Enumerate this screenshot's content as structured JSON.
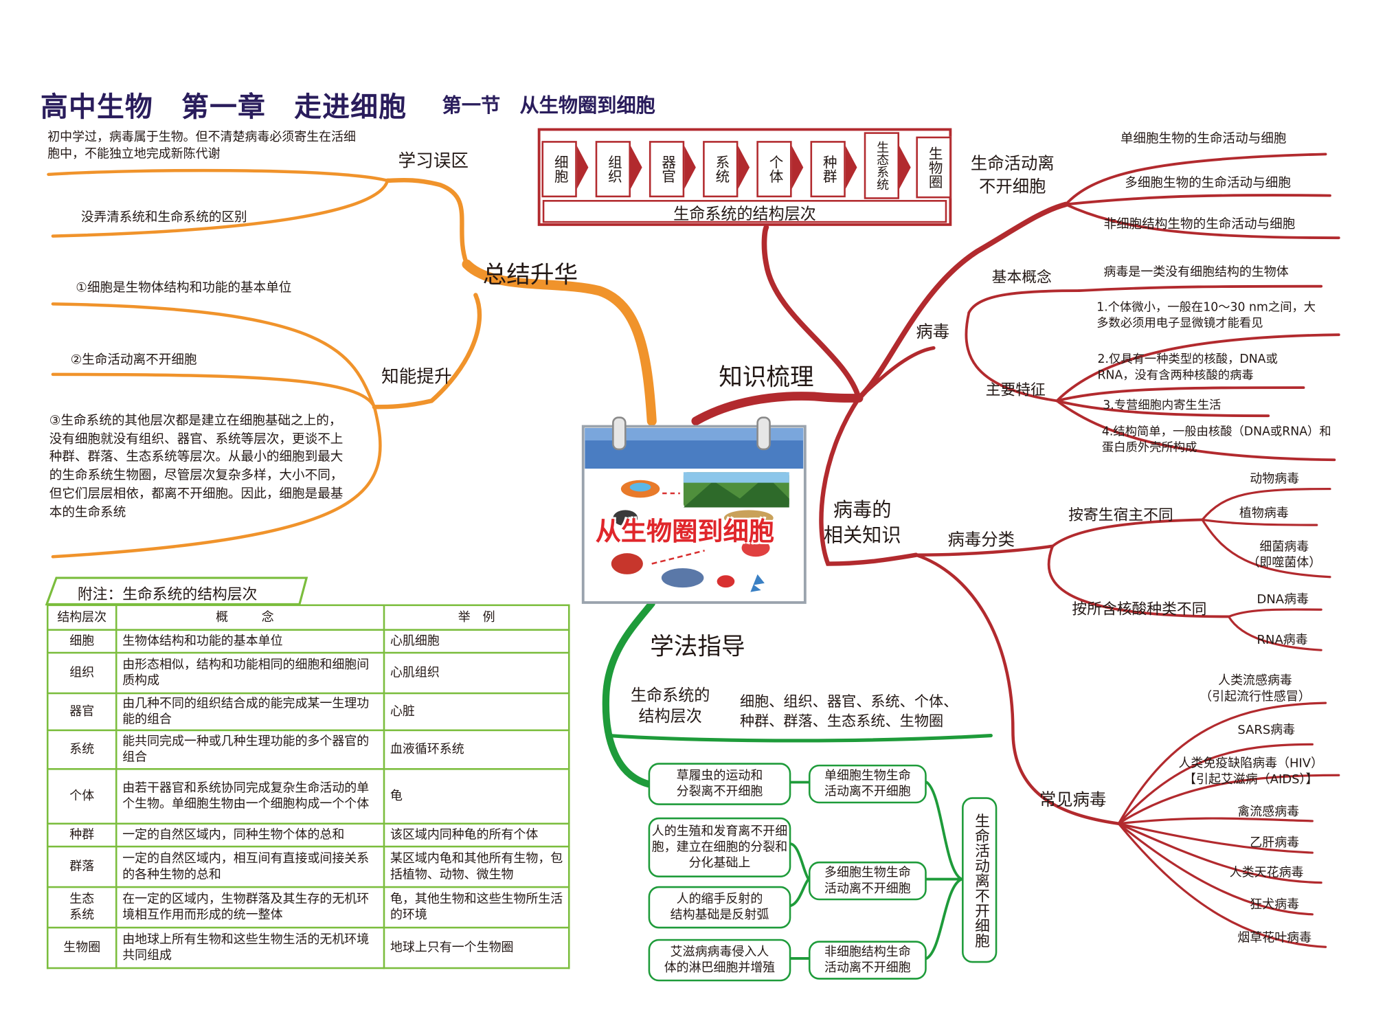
{
  "title": {
    "main": "高中生物　第一章　走进细胞",
    "sub": "第一节　从生物圈到细胞"
  },
  "center": {
    "label": "从生物圈到细胞"
  },
  "branches": {
    "summary": "总结升华",
    "knowledge": "知识梳理",
    "method": "学法指导",
    "virus_related": "病毒的\n相关知识"
  },
  "summary": {
    "mistakes": {
      "label": "学习误区",
      "items": [
        "初中学过，病毒属于生物。但不清楚病毒必须寄生在活细胞中，不能独立地完成新陈代谢",
        "没弄清系统和生命系统的区别"
      ]
    },
    "ability": {
      "label": "知能提升",
      "items": [
        "①细胞是生物体结构和功能的基本单位",
        "②生命活动离不开细胞",
        "③生命系统的其他层次都是建立在细胞基础之上的，没有细胞就没有组织、器官、系统等层次，更谈不上种群、群落、生态系统等层次。从最小的细胞到最大的生命系统生物圈，尽管层次复杂多样，大小不同，但它们层层相依，都离不开细胞。因此，细胞是最基本的生命系统"
      ]
    }
  },
  "hierarchy": {
    "levels": [
      "细胞",
      "组织",
      "器官",
      "系统",
      "个体",
      "种群",
      "生态系统",
      "生物圈"
    ],
    "caption": "生命系统的结构层次"
  },
  "life_activity": {
    "label": "生命活动离\n不开细胞",
    "items": [
      "单细胞生物的生命活动与细胞",
      "多细胞生物的生命活动与细胞",
      "非细胞结构生物的生命活动与细胞"
    ]
  },
  "virus": {
    "label": "病毒",
    "basic": {
      "label": "基本概念",
      "text": "病毒是一类没有细胞结构的生物体"
    },
    "features": {
      "label": "主要特征",
      "items": [
        "1.个体微小，一般在10～30 nm之间，大多数必须用电子显微镜才能看见",
        "2.仅具有一种类型的核酸，DNA或RNA，没有含两种核酸的病毒",
        "3.专营细胞内寄生生活",
        "4.结构简单，一般由核酸（DNA或RNA）和蛋白质外壳所构成"
      ]
    },
    "classify": {
      "label": "病毒分类",
      "by_host": {
        "label": "按寄生宿主不同",
        "items": [
          "动物病毒",
          "植物病毒",
          "细菌病毒\n（即噬菌体）"
        ]
      },
      "by_acid": {
        "label": "按所含核酸种类不同",
        "items": [
          "DNA病毒",
          "RNA病毒"
        ]
      }
    },
    "common": {
      "label": "常见病毒",
      "items": [
        "人类流感病毒\n（引起流行性感冒）",
        "SARS病毒",
        "人类免疫缺陷病毒（HIV）\n【引起艾滋病（AIDS）】",
        "禽流感病毒",
        "乙肝病毒",
        "人类天花病毒",
        "狂犬病毒",
        "烟草花叶病毒"
      ]
    }
  },
  "method": {
    "levels": {
      "label": "生命系统的\n结构层次",
      "text": "细胞、组织、器官、系统、个体、\n种群、群落、生态系统、生物圈"
    },
    "examples": [
      "草履虫的运动和\n分裂离不开细胞",
      "人的生殖和发育离不开细胞，建立在细胞的分裂和分化基础上",
      "人的缩手反射的\n结构基础是反射弧",
      "艾滋病病毒侵入人\n体的淋巴细胞并增殖"
    ],
    "types": [
      "单细胞生物生命\n活动离不开细胞",
      "多细胞生物生命\n活动离不开细胞",
      "非细胞结构生命\n活动离不开细胞"
    ],
    "conclusion": "生命活动离不开细胞"
  },
  "annex": {
    "title": "附注：生命系统的结构层次",
    "headers": [
      "结构层次",
      "概　念",
      "举　例"
    ],
    "rows": [
      [
        "细胞",
        "生物体结构和功能的基本单位",
        "心肌细胞"
      ],
      [
        "组织",
        "由形态相似，结构和功能相同的细胞和细胞间质构成",
        "心肌组织"
      ],
      [
        "器官",
        "由几种不同的组织结合成的能完成某一生理功能的组合",
        "心脏"
      ],
      [
        "系统",
        "能共同完成一种或几种生理功能的多个器官的组合",
        "血液循环系统"
      ],
      [
        "个体",
        "由若干器官和系统协同完成复杂生命活动的单个生物。单细胞生物由一个细胞构成一个个体",
        "龟"
      ],
      [
        "种群",
        "一定的自然区域内，同种生物个体的总和",
        "该区域内同种龟的所有个体"
      ],
      [
        "群落",
        "一定的自然区域内，相互间有直接或间接关系的各种生物的总和",
        "某区域内龟和其他所有生物，包括植物、动物、微生物"
      ],
      [
        "生态\n系统",
        "在一定的区域内，生物群落及其生存的无机环境相互作用而形成的统一整体",
        "龟，其他生物和这些生物所生活的环境"
      ],
      [
        "生物圈",
        "由地球上所有生物和这些生物生活的无机环境共同组成",
        "地球上只有一个生物圈"
      ]
    ]
  },
  "colors": {
    "summary": "#f0932b",
    "knowledge": "#b22a2e",
    "method": "#1e9b3a",
    "annex": "#7bbd3d"
  }
}
